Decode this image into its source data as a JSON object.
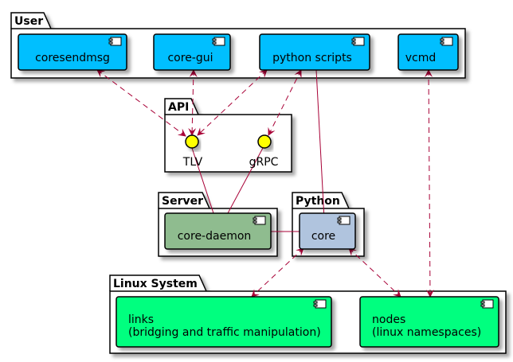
{
  "colors": {
    "user_component": "#00BFFF",
    "server_component": "#8FBC8F",
    "python_component": "#B0C4DE",
    "linux_component": "#00FF7F",
    "interface": "#FFFF00",
    "arrow": "#A80036",
    "shadow": "#C0C0C0"
  },
  "packages": {
    "user": "User",
    "api": "API",
    "server": "Server",
    "python": "Python",
    "linux": "Linux System"
  },
  "components": {
    "coresendmsg": "coresendmsg",
    "core_gui": "core-gui",
    "python_scripts": "python scripts",
    "vcmd": "vcmd",
    "core_daemon": "core-daemon",
    "core": "core",
    "links": [
      "links",
      "(bridging and traffic manipulation)"
    ],
    "nodes": [
      "nodes",
      "(linux namespaces)"
    ]
  },
  "interfaces": {
    "tlv": "TLV",
    "grpc": "gRPC"
  },
  "icon_names": [
    "component-icon",
    "interface-lollipop-icon",
    "arrowhead-icon"
  ]
}
